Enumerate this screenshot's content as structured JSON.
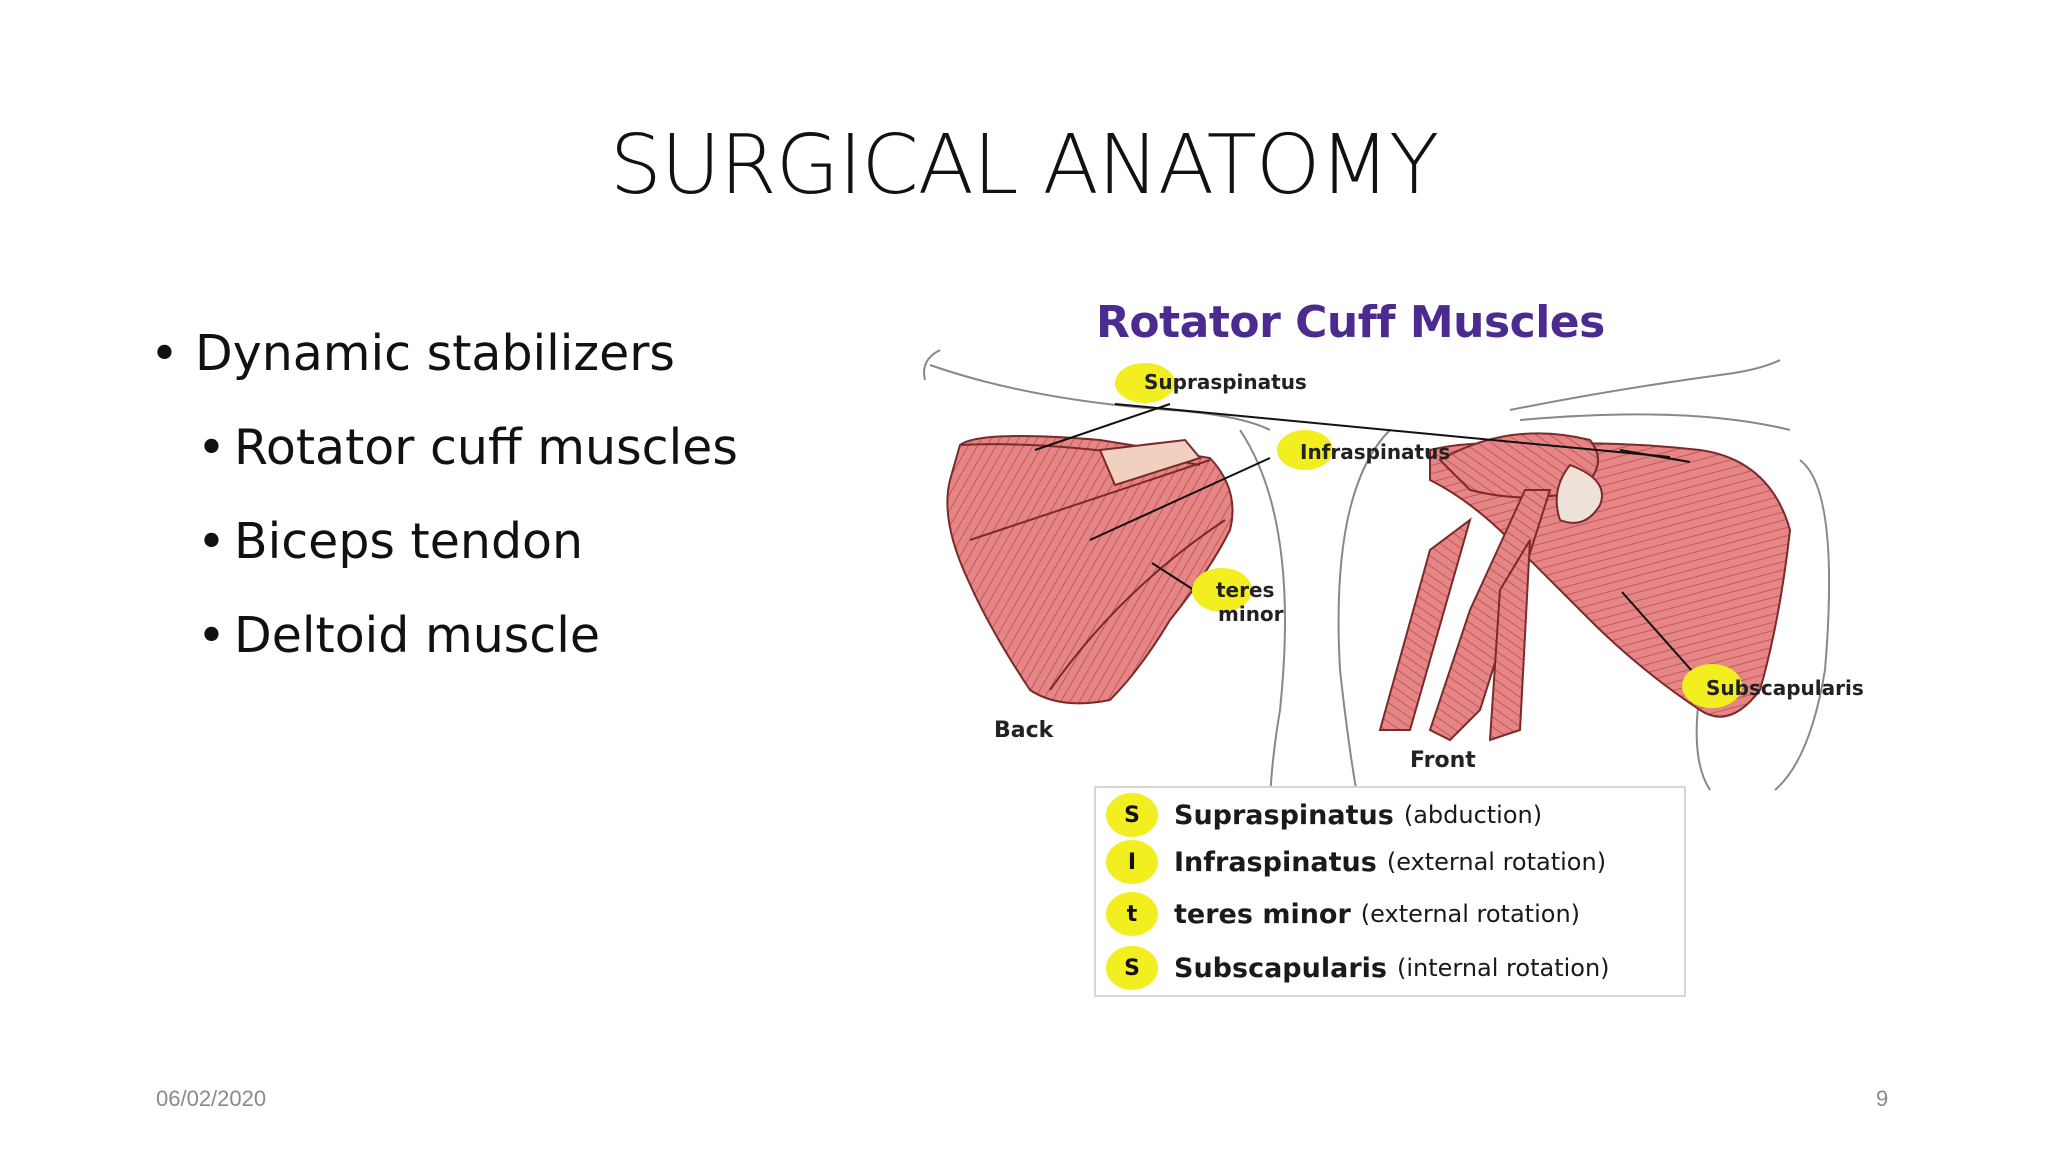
{
  "slide": {
    "title": "SURGICAL ANATOMY",
    "bullets": {
      "l1": "Dynamic stabilizers",
      "l2a": "Rotator cuff muscles",
      "l2b": "Biceps tendon",
      "l2c": "Deltoid muscle"
    },
    "footer": {
      "date": "06/02/2020",
      "page": "9"
    }
  },
  "figure": {
    "title": "Rotator Cuff Muscles",
    "labels": {
      "supraspinatus": "Supraspinatus",
      "infraspinatus": "Infraspinatus",
      "teres_line1": "teres",
      "teres_line2": "minor",
      "subscapularis": "Subscapularis",
      "back": "Back",
      "front": "Front"
    },
    "legend": [
      {
        "letter": "S",
        "name": "Supraspinatus",
        "action": "(abduction)"
      },
      {
        "letter": "I",
        "name": "Infraspinatus",
        "action": "(external rotation)"
      },
      {
        "letter": "t",
        "name": "teres minor",
        "action": "(external rotation)"
      },
      {
        "letter": "S",
        "name": "Subscapularis",
        "action": "(internal rotation)"
      }
    ],
    "colors": {
      "muscle": "#e58585",
      "title": "#4b2b8f",
      "badge": "#f3ee1f"
    }
  }
}
